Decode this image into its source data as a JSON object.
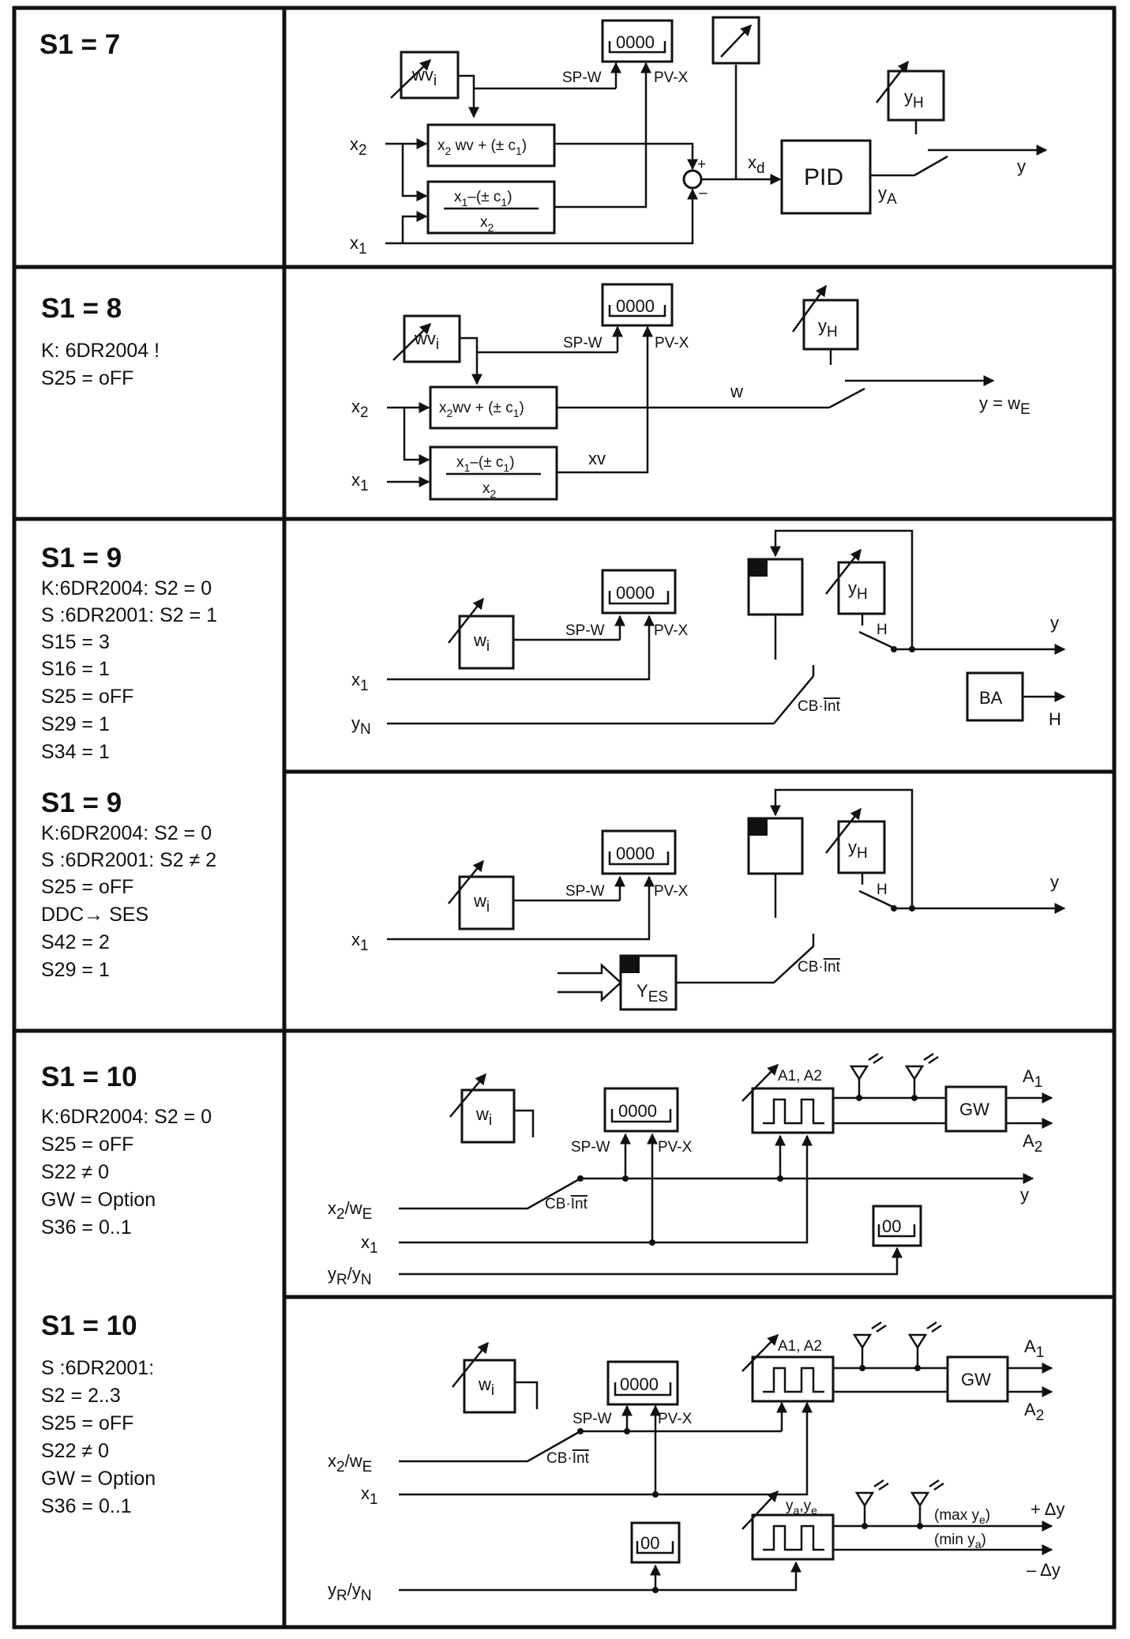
{
  "sections": [
    {
      "title": "S1 = 7",
      "settings": []
    },
    {
      "title": "S1 = 8",
      "settings": [
        "K: 6DR2004 !",
        "S25 = oFF"
      ]
    },
    {
      "title": "S1 = 9",
      "settings": [
        "K:6DR2004: S2 = 0",
        "S :6DR2001: S2 = 1",
        "S15 = 3",
        "S16 = 1",
        "S25 = oFF",
        "S29 = 1",
        "S34 = 1"
      ]
    },
    {
      "title": "S1 = 9",
      "settings": [
        "K:6DR2004: S2 = 0",
        "S :6DR2001: S2 ≠ 2",
        "S25 = oFF",
        "DDC→ SES",
        "S42 = 2",
        "S29 = 1"
      ]
    },
    {
      "title": "S1 = 10",
      "settings": [
        "K:6DR2004: S2 = 0",
        "S25 = oFF",
        "S22 ≠ 0",
        "GW = Option",
        "S36 = 0..1"
      ]
    },
    {
      "title": "S1 = 10",
      "settings": [
        "S :6DR2001:",
        "S2 = 2..3",
        "S25 = oFF",
        "S22 ≠ 0",
        "GW = Option",
        "S36 = 0..1"
      ]
    }
  ],
  "labels": {
    "display4": "0000",
    "display2": "00",
    "sp_w": "SP-W",
    "pv_x": "PV-X",
    "pid": "PID",
    "y": "y",
    "y_equals_we": "y = w",
    "e_sub": "E",
    "x": "x",
    "sub1": "1",
    "sub2": "2",
    "xd": "x",
    "d_sub": "d",
    "yH": "y",
    "H_sub": "H",
    "yA": "y",
    "A_sub": "A",
    "yN": "y",
    "N_sub": "N",
    "wv": "wv",
    "w": "w",
    "i_sub": "i",
    "w_label": "w",
    "xv_label": "xv",
    "f1_a": "x",
    "f1_b": "wv + (",
    "f1_c": "± c",
    "f1_d": ")",
    "f2_a": "x",
    "f2_b": "–(",
    "f2_c": "± c",
    "f2_d": ")",
    "f2_den": "x",
    "plus": "+",
    "minus": "–",
    "H": "H",
    "BA": "BA",
    "cb_int": "CB·",
    "int": "Int",
    "Y": "Y",
    "ES": "ES",
    "x2wE_a": "x",
    "x2wE_b": "/w",
    "yRyN_a": "y",
    "yRyN_R": "R",
    "yRyN_b": "/y",
    "A1A2": "A1, A2",
    "GW": "GW",
    "A": "A",
    "ya_ye": "y",
    "a_sub": "a",
    "dot": ",",
    "e_low": "e",
    "max_ye": "(max y",
    "min_ya": "(min y",
    "close": ")",
    "plus_dy": "+ Δy",
    "minus_dy": "– Δy"
  }
}
